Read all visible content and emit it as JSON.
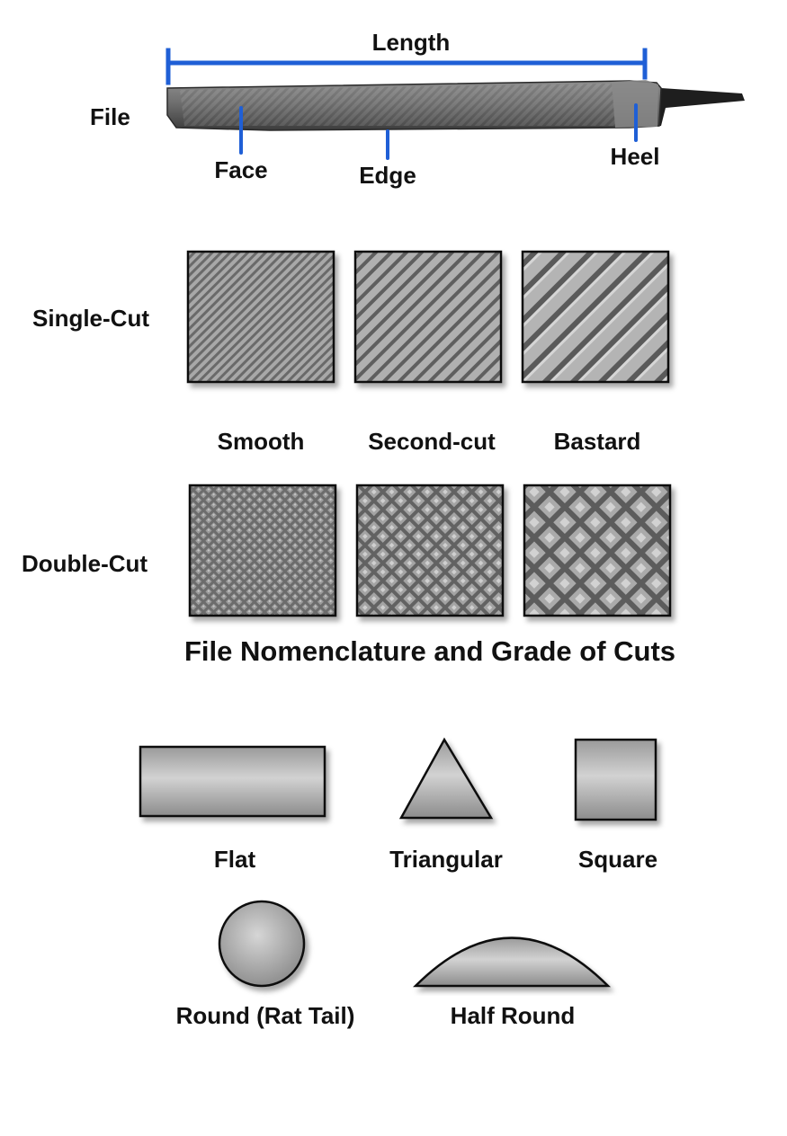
{
  "colors": {
    "callout": "#1f5fd6",
    "outline": "#111111",
    "file_dark": "#4a4a4a",
    "file_light": "#9a9a9a",
    "tang": "#222222",
    "shape_light": "#c8c8c8",
    "shape_dark": "#8a8a8a",
    "texture_bg": "#8f8f8f"
  },
  "file_anatomy": {
    "length_label": "Length",
    "file_label": "File",
    "face_label": "Face",
    "edge_label": "Edge",
    "heel_label": "Heel"
  },
  "cuts": {
    "single_cut_label": "Single-Cut",
    "double_cut_label": "Double-Cut",
    "grades": [
      "Smooth",
      "Second-cut",
      "Bastard"
    ]
  },
  "title": "File Nomenclature and Grade of Cuts",
  "shapes": {
    "flat": "Flat",
    "triangular": "Triangular",
    "square": "Square",
    "round": "Round (Rat Tail)",
    "half_round": "Half Round"
  }
}
